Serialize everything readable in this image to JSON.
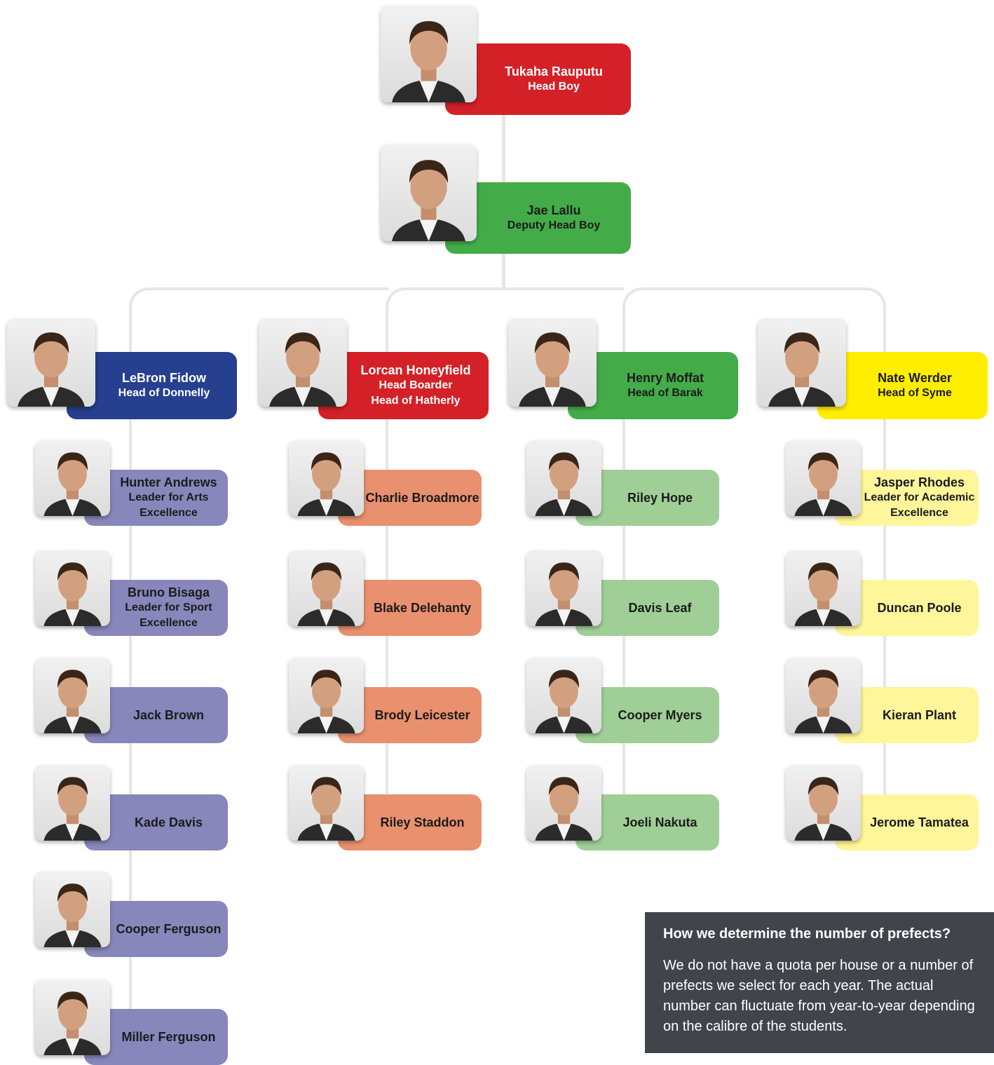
{
  "colors": {
    "red": "#d42128",
    "green": "#43ac49",
    "navy": "#263f8e",
    "yellow": "#ffee00",
    "lavender": "#8787bb",
    "salmon": "#e9906f",
    "lightgreen": "#9fcf97",
    "lightyellow": "#fff59a",
    "connector": "#e6e6e6"
  },
  "top": [
    {
      "name": "Tukaha Rauputu",
      "roles": [
        "Head Boy"
      ]
    },
    {
      "name": "Jae Lallu",
      "roles": [
        "Deputy Head Boy"
      ]
    }
  ],
  "houses": [
    {
      "name": "LeBron Fidow",
      "roles": [
        "Head of Donnelly"
      ],
      "members": [
        {
          "name": "Hunter Andrews",
          "roles": [
            "Leader for Arts",
            "Excellence"
          ]
        },
        {
          "name": "Bruno Bisaga",
          "roles": [
            "Leader for Sport",
            "Excellence"
          ]
        },
        {
          "name": "Jack Brown",
          "roles": []
        },
        {
          "name": "Kade Davis",
          "roles": []
        },
        {
          "name": "Cooper Ferguson",
          "roles": []
        },
        {
          "name": "Miller Ferguson",
          "roles": []
        }
      ]
    },
    {
      "name": "Lorcan Honeyfield",
      "roles": [
        "Head Boarder",
        "Head of Hatherly"
      ],
      "members": [
        {
          "name": "Charlie Broadmore",
          "roles": []
        },
        {
          "name": "Blake Delehanty",
          "roles": []
        },
        {
          "name": "Brody Leicester",
          "roles": []
        },
        {
          "name": "Riley Staddon",
          "roles": []
        }
      ]
    },
    {
      "name": "Henry Moffat",
      "roles": [
        "Head of Barak"
      ],
      "members": [
        {
          "name": "Riley Hope",
          "roles": []
        },
        {
          "name": "Davis Leaf",
          "roles": []
        },
        {
          "name": "Cooper Myers",
          "roles": []
        },
        {
          "name": "Joeli Nakuta",
          "roles": []
        }
      ]
    },
    {
      "name": "Nate Werder",
      "roles": [
        "Head of Syme"
      ],
      "members": [
        {
          "name": "Jasper Rhodes",
          "roles": [
            "Leader for Academic",
            "Excellence"
          ]
        },
        {
          "name": "Duncan Poole",
          "roles": []
        },
        {
          "name": "Kieran Plant",
          "roles": []
        },
        {
          "name": "Jerome Tamatea",
          "roles": []
        }
      ]
    }
  ],
  "info": {
    "title": "How we determine the number of prefects?",
    "body": "We do not have a quota per house or a number of prefects we select for each year. The actual number can fluctuate from year-to-year depending on the calibre of the students."
  }
}
